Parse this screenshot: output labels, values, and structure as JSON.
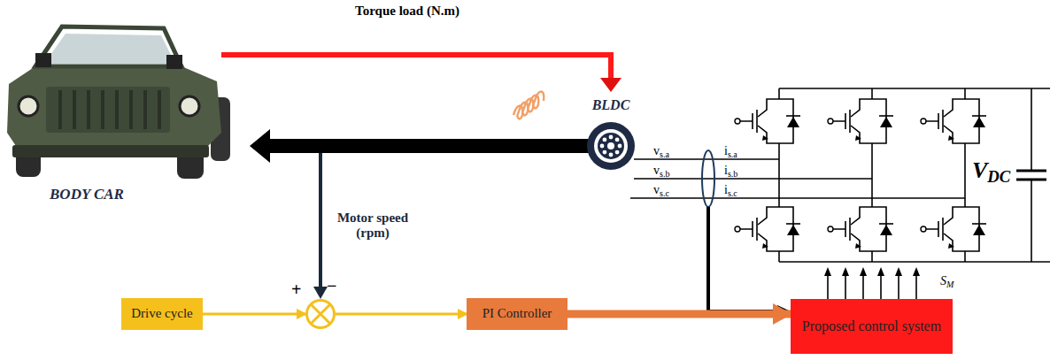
{
  "diagram": {
    "nodes": [
      {
        "text": [
          "Drive cycle"
        ]
      },
      {
        "text": [
          "+",
          "−"
        ]
      },
      {
        "text": [
          "PI Controller"
        ]
      },
      {
        "text": [
          "Proposed control system"
        ]
      },
      {
        "text": [
          "BLDC"
        ]
      }
    ],
    "edges": [
      {
        "from": 0,
        "to": 1,
        "arrow": "to"
      },
      {
        "from": 1,
        "to": 2,
        "arrow": "to"
      },
      {
        "from": 2,
        "to": 3,
        "arrow": "to"
      }
    ],
    "labels": [
      "Torque load (N.m)",
      "BODY CAR",
      "Motor speed (rpm)",
      "vs.a",
      "is.a",
      "vs.b",
      "is.b",
      "vs.c",
      "is.c",
      "VDC",
      "SM"
    ]
  }
}
